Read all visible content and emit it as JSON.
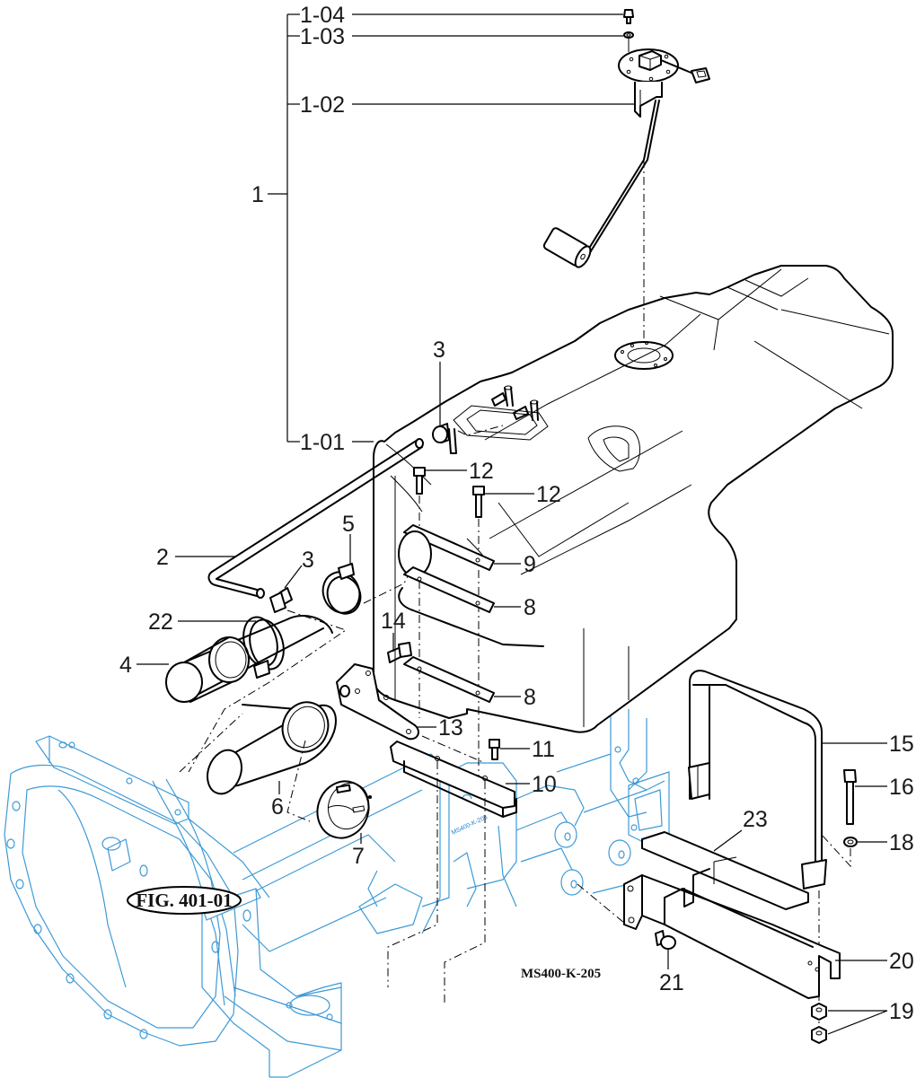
{
  "diagram": {
    "title_code": "MS400-K-205",
    "reference_figure": "FIG. 401-01",
    "part_marking": "MS400-K-205",
    "colors": {
      "line_art": "#000000",
      "reference_assembly": "#3d9ad6",
      "text": "#1a1a1a"
    },
    "callouts": {
      "assy_1": "1",
      "p1_01": "1-01",
      "p1_02": "1-02",
      "p1_03": "1-03",
      "p1_04": "1-04",
      "p2": "2",
      "p3_top": "3",
      "p3_hose": "3",
      "p4": "4",
      "p5": "5",
      "p6": "6",
      "p7": "7",
      "p8_upper": "8",
      "p8_lower": "8",
      "p9": "9",
      "p10": "10",
      "p11": "11",
      "p12_left": "12",
      "p12_right": "12",
      "p13": "13",
      "p14": "14",
      "p15": "15",
      "p16": "16",
      "p18": "18",
      "p19": "19",
      "p20": "20",
      "p21": "21",
      "p22": "22",
      "p23": "23"
    },
    "parts": [
      {
        "id": "1",
        "depicts": "fuel tank assembly"
      },
      {
        "id": "1-01",
        "depicts": "fuel tank"
      },
      {
        "id": "1-02",
        "depicts": "fuel level sender unit with float"
      },
      {
        "id": "1-03",
        "depicts": "washer"
      },
      {
        "id": "1-04",
        "depicts": "screw"
      },
      {
        "id": "2",
        "depicts": "fuel hose"
      },
      {
        "id": "3",
        "depicts": "hose clip"
      },
      {
        "id": "4",
        "depicts": "fuel filter hose / pipe"
      },
      {
        "id": "5",
        "depicts": "hose clamp"
      },
      {
        "id": "6",
        "depicts": "filler neck pipe"
      },
      {
        "id": "7",
        "depicts": "fuel filler cap"
      },
      {
        "id": "8",
        "depicts": "rubber strip"
      },
      {
        "id": "9",
        "depicts": "rubber strip"
      },
      {
        "id": "10",
        "depicts": "tank bracket"
      },
      {
        "id": "11",
        "depicts": "bolt"
      },
      {
        "id": "12",
        "depicts": "bolt"
      },
      {
        "id": "13",
        "depicts": "filler neck bracket"
      },
      {
        "id": "14",
        "depicts": "bolt"
      },
      {
        "id": "15",
        "depicts": "tank strap"
      },
      {
        "id": "16",
        "depicts": "bolt"
      },
      {
        "id": "18",
        "depicts": "washer"
      },
      {
        "id": "19",
        "depicts": "nut"
      },
      {
        "id": "20",
        "depicts": "support bracket"
      },
      {
        "id": "21",
        "depicts": "bolt"
      },
      {
        "id": "22",
        "depicts": "hose clamp"
      },
      {
        "id": "23",
        "depicts": "rubber pad"
      }
    ]
  }
}
